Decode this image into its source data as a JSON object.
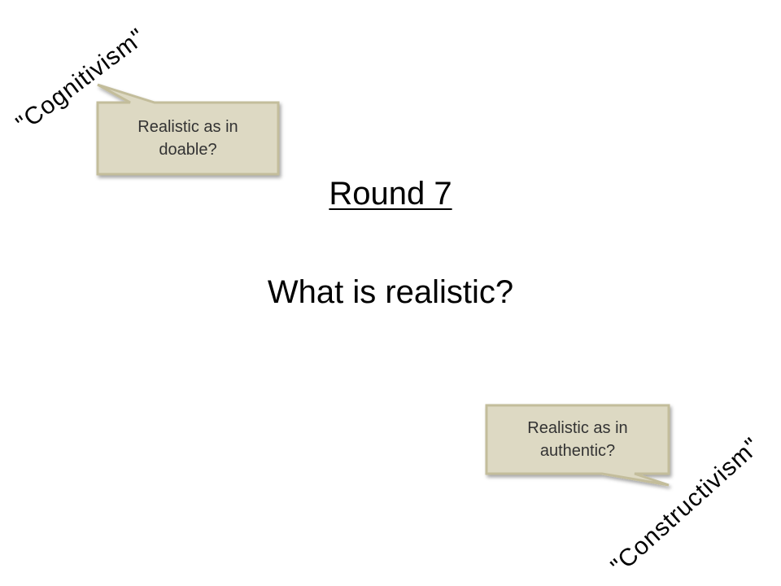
{
  "slide": {
    "title": "Round 7",
    "question": "What is realistic?",
    "callout_top": {
      "line1": "Realistic as in",
      "line2": "doable?"
    },
    "callout_bottom": {
      "line1": "Realistic as in",
      "line2": "authentic?"
    },
    "label_top": "\"Cognitivism\"",
    "label_bottom": "\"Constructivism\""
  },
  "colors": {
    "callout_fill": "#ddd9c3",
    "callout_border": "#c3bd9b",
    "callout_text": "#333333",
    "text": "#000000",
    "background": "#ffffff"
  }
}
